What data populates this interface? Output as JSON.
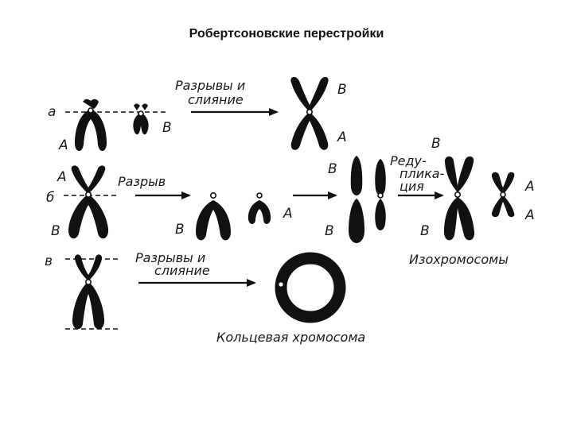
{
  "title": "Робертсоновские перестройки",
  "row_a": {
    "letter": "а",
    "arrow_caption_1": "Разрывы и",
    "arrow_caption_2": "слияние",
    "left_label": "А",
    "small_label": "В",
    "result_label_top": "В",
    "result_label_bottom": "А"
  },
  "row_b": {
    "letter": "б",
    "label_top": "А",
    "label_bottom": "В",
    "arrow_caption": "Разрыв",
    "mid_label_left": "В",
    "mid_label_right": "А",
    "rod_label_top": "В",
    "rod_label_bottom": "В",
    "reduplication_caption_1": "Реду-",
    "reduplication_caption_2": "пликa-",
    "reduplication_caption_3": "ция",
    "iso_label_top": "В",
    "iso_label_bottom": "В",
    "iso_small_label_1": "А",
    "iso_small_label_2": "А",
    "isochromosomes_caption": "Изохромосомы"
  },
  "row_c": {
    "letter": "в",
    "arrow_caption_1": "Разрывы и",
    "arrow_caption_2": "слияние",
    "ring_caption": "Кольцевая хромосома"
  }
}
